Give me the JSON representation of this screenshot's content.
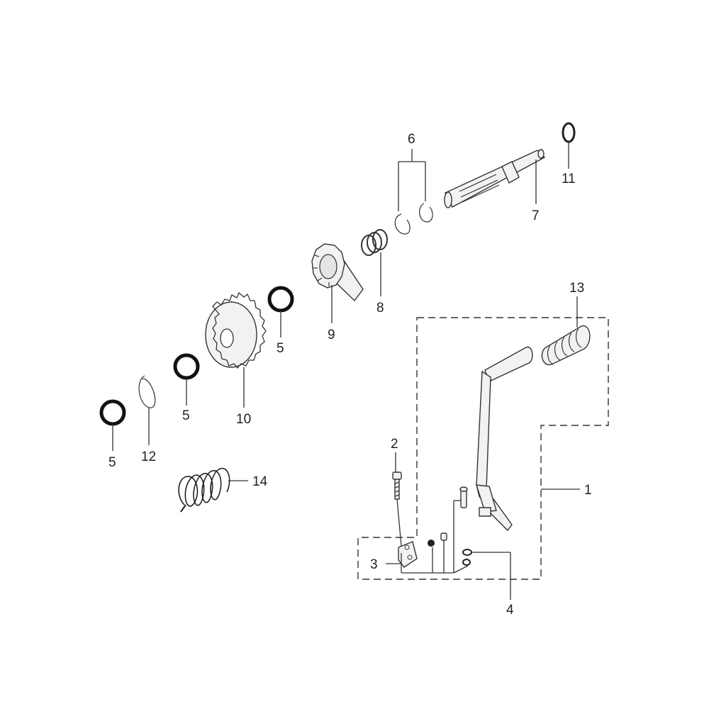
{
  "callouts": {
    "c1": "1",
    "c2": "2",
    "c3": "3",
    "c4": "4",
    "c5a": "5",
    "c5b": "5",
    "c5c": "5",
    "c6": "6",
    "c7": "7",
    "c8": "8",
    "c9": "9",
    "c10": "10",
    "c11": "11",
    "c12": "12",
    "c13": "13",
    "c14": "14"
  },
  "colors": {
    "line": "#333333",
    "part_fill": "#f2f2f2",
    "background": "#ffffff"
  }
}
